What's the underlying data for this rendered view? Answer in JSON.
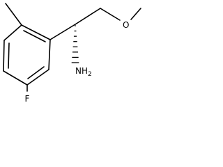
{
  "molecule": {
    "atoms": {
      "fluorine": "F",
      "oxygen": "O",
      "amine": "NH",
      "amine_subscript": "2"
    },
    "stereo_bond": "hashed-wedge",
    "colors": {
      "bond": "#000000",
      "label": "#000000",
      "background": "#ffffff"
    }
  }
}
